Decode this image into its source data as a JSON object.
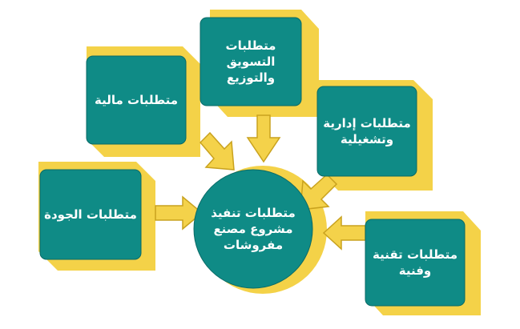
{
  "colors": {
    "box_fill": "#0f8b86",
    "box_dark": "#0a6a66",
    "extrude": "#f4d248",
    "extrude_side": "#e2b824",
    "arrow": "#f4d24a",
    "arrow_stroke": "#c9a21e",
    "text": "#ffffff"
  },
  "center": {
    "line1": "متطلبات تنفيذ",
    "line2": "مشروع مصنع",
    "line3": "مفروشات"
  },
  "boxes": {
    "marketing": {
      "line1": "متطلبات التسويق",
      "line2": "والتوزيع"
    },
    "finance": {
      "line1": "متطلبات مالية"
    },
    "admin": {
      "line1": "متطلبات إدارية",
      "line2": "وتشغيلية"
    },
    "quality": {
      "line1": "متطلبات الجودة"
    },
    "technical": {
      "line1": "متطلبات تقنية",
      "line2": "وفنية"
    }
  }
}
